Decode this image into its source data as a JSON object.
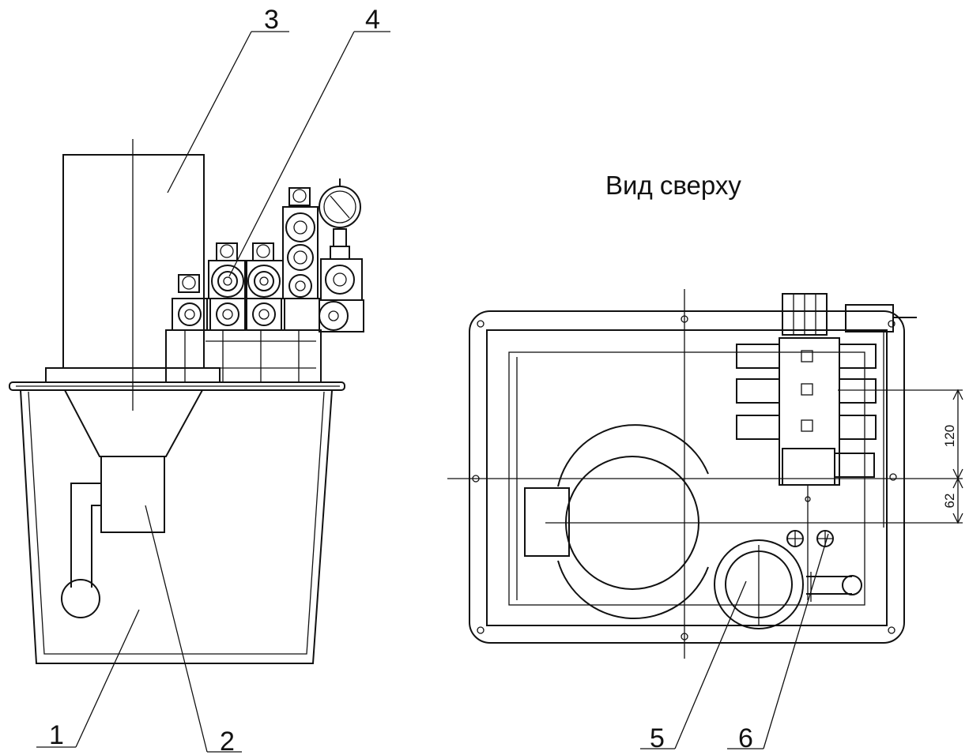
{
  "view_label": "Вид сверху",
  "callouts": [
    "1",
    "2",
    "3",
    "4",
    "5",
    "6"
  ],
  "dimensions": {
    "upper": "120",
    "lower": "62"
  }
}
